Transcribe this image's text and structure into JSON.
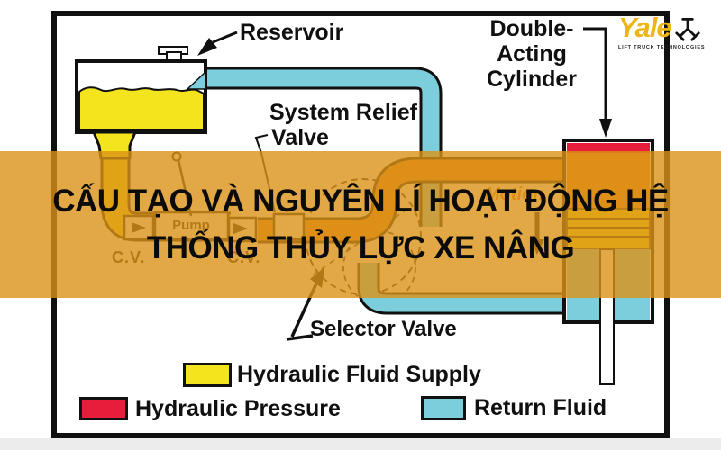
{
  "title": {
    "line1": "CẤU TẠO VÀ NGUYÊN LÍ HOẠT ĐỘNG HỆ",
    "line2": "THỐNG THỦY LỰC XE NÂNG"
  },
  "diagram": {
    "labels": {
      "reservoir": "Reservoir",
      "system_relief_line1": "System Relief",
      "system_relief_line2": "Valve",
      "double_acting_line1": "Double-",
      "double_acting_line2": "Acting",
      "double_acting_line3": "Cylinder",
      "selector_valve": "Selector Valve",
      "motion": "Motion",
      "pump": "Pump",
      "check_valve": "C.V."
    },
    "legend": {
      "items": [
        {
          "label": "Hydraulic Fluid Supply",
          "color": "#F3E41D"
        },
        {
          "label": "Hydraulic Pressure",
          "color": "#E81C3B"
        },
        {
          "label": "Return Fluid",
          "color": "#7CCEDD"
        }
      ]
    },
    "colors": {
      "supply_yellow": "#F3E41D",
      "pressure_red": "#E81C3B",
      "pressure_orange": "#E8841C",
      "return_cyan": "#7CCEDD",
      "banner_overlay": "#DB9217",
      "outline_black": "#101010"
    }
  },
  "brand": {
    "name": "Yale",
    "tagline": "LIFT TRUCK TECHNOLOGIES"
  }
}
